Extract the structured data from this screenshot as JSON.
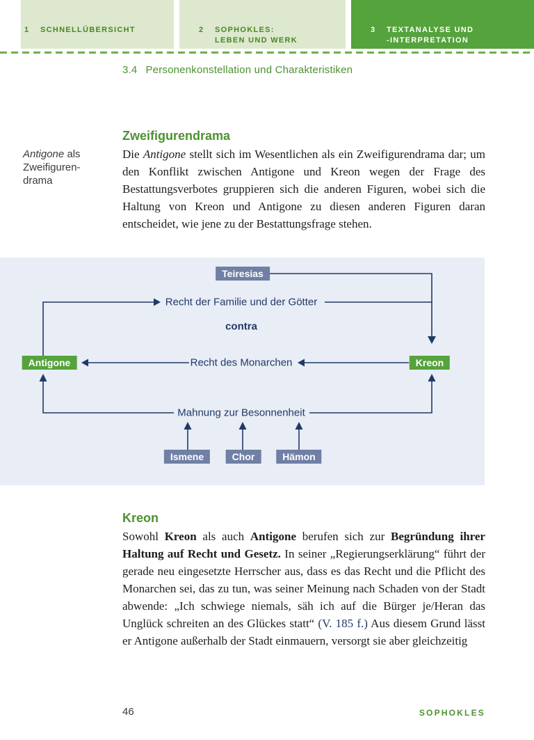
{
  "colors": {
    "green_fill": "#55a33c",
    "green_text": "#4c9230",
    "tab_inactive_bg": "#dde8cf",
    "tab_inactive_text": "#44891f",
    "navy": "#1f3a68",
    "slate_box": "#6f7fa5",
    "diagram_bg": "#e9edf5",
    "body_text": "#1d1d1e"
  },
  "tabs": [
    {
      "number": "1",
      "line1": "SCHNELLÜBERSICHT"
    },
    {
      "number": "2",
      "line1": "SOPHOKLES:",
      "line2": "LEBEN UND WERK"
    },
    {
      "number": "3",
      "line1": "TEXTANALYSE UND",
      "line2": "-INTERPRETATION"
    }
  ],
  "section_header": {
    "number": "3.4",
    "title": "Personenkonstellation und Charakteristiken"
  },
  "margin_note": {
    "italic": "Antigone",
    "rest": " als Zweifiguren-drama"
  },
  "zweifigurendrama": {
    "heading": "Zweifigurendrama",
    "segments": [
      "Die ",
      "Antigone",
      " stellt sich im Wesentlichen als ein Zweifigurendrama dar; um den Konflikt zwischen Antigone und Kreon wegen der Frage des Bestattungsverbotes gruppieren sich die anderen Figuren, wobei sich die Haltung von Kreon und Antigone zu diesen anderen Figuren daran entscheidet, wie jene zu der Bestattungsfrage stehen."
    ]
  },
  "diagram": {
    "teiresias": "Teiresias",
    "recht_familie": "Recht der Familie und der Götter",
    "contra": "contra",
    "antigone": "Antigone",
    "kreon": "Kreon",
    "recht_monarchen": "Recht des Monarchen",
    "mahnung": "Mahnung zur Besonnenheit",
    "ismene": "Ismene",
    "chor": "Chor",
    "haemon": "Hämon"
  },
  "kreon_section": {
    "heading": "Kreon",
    "segments": [
      "Sowohl ",
      "Kreon",
      " als auch ",
      "Antigone",
      " berufen sich zur ",
      "Begründung ihrer Haltung auf Recht und Gesetz.",
      " In seiner „Regierungserklärung“ führt der gerade neu eingesetzte Herrscher aus, dass es das Recht und die Pflicht des Monarchen sei, das zu tun, was seiner Meinung nach Schaden von der Stadt abwende: „Ich schwiege niemals, säh ich auf die Bürger je/Heran das Unglück schreiten an des Glückes statt“ ",
      "(V. 185 f.)",
      " Aus diesem Grund lässt er Antigone außerhalb der Stadt einmauern, versorgt sie aber gleichzeitig"
    ]
  },
  "footer": {
    "page_number": "46",
    "brand": "SOPHOKLES"
  }
}
